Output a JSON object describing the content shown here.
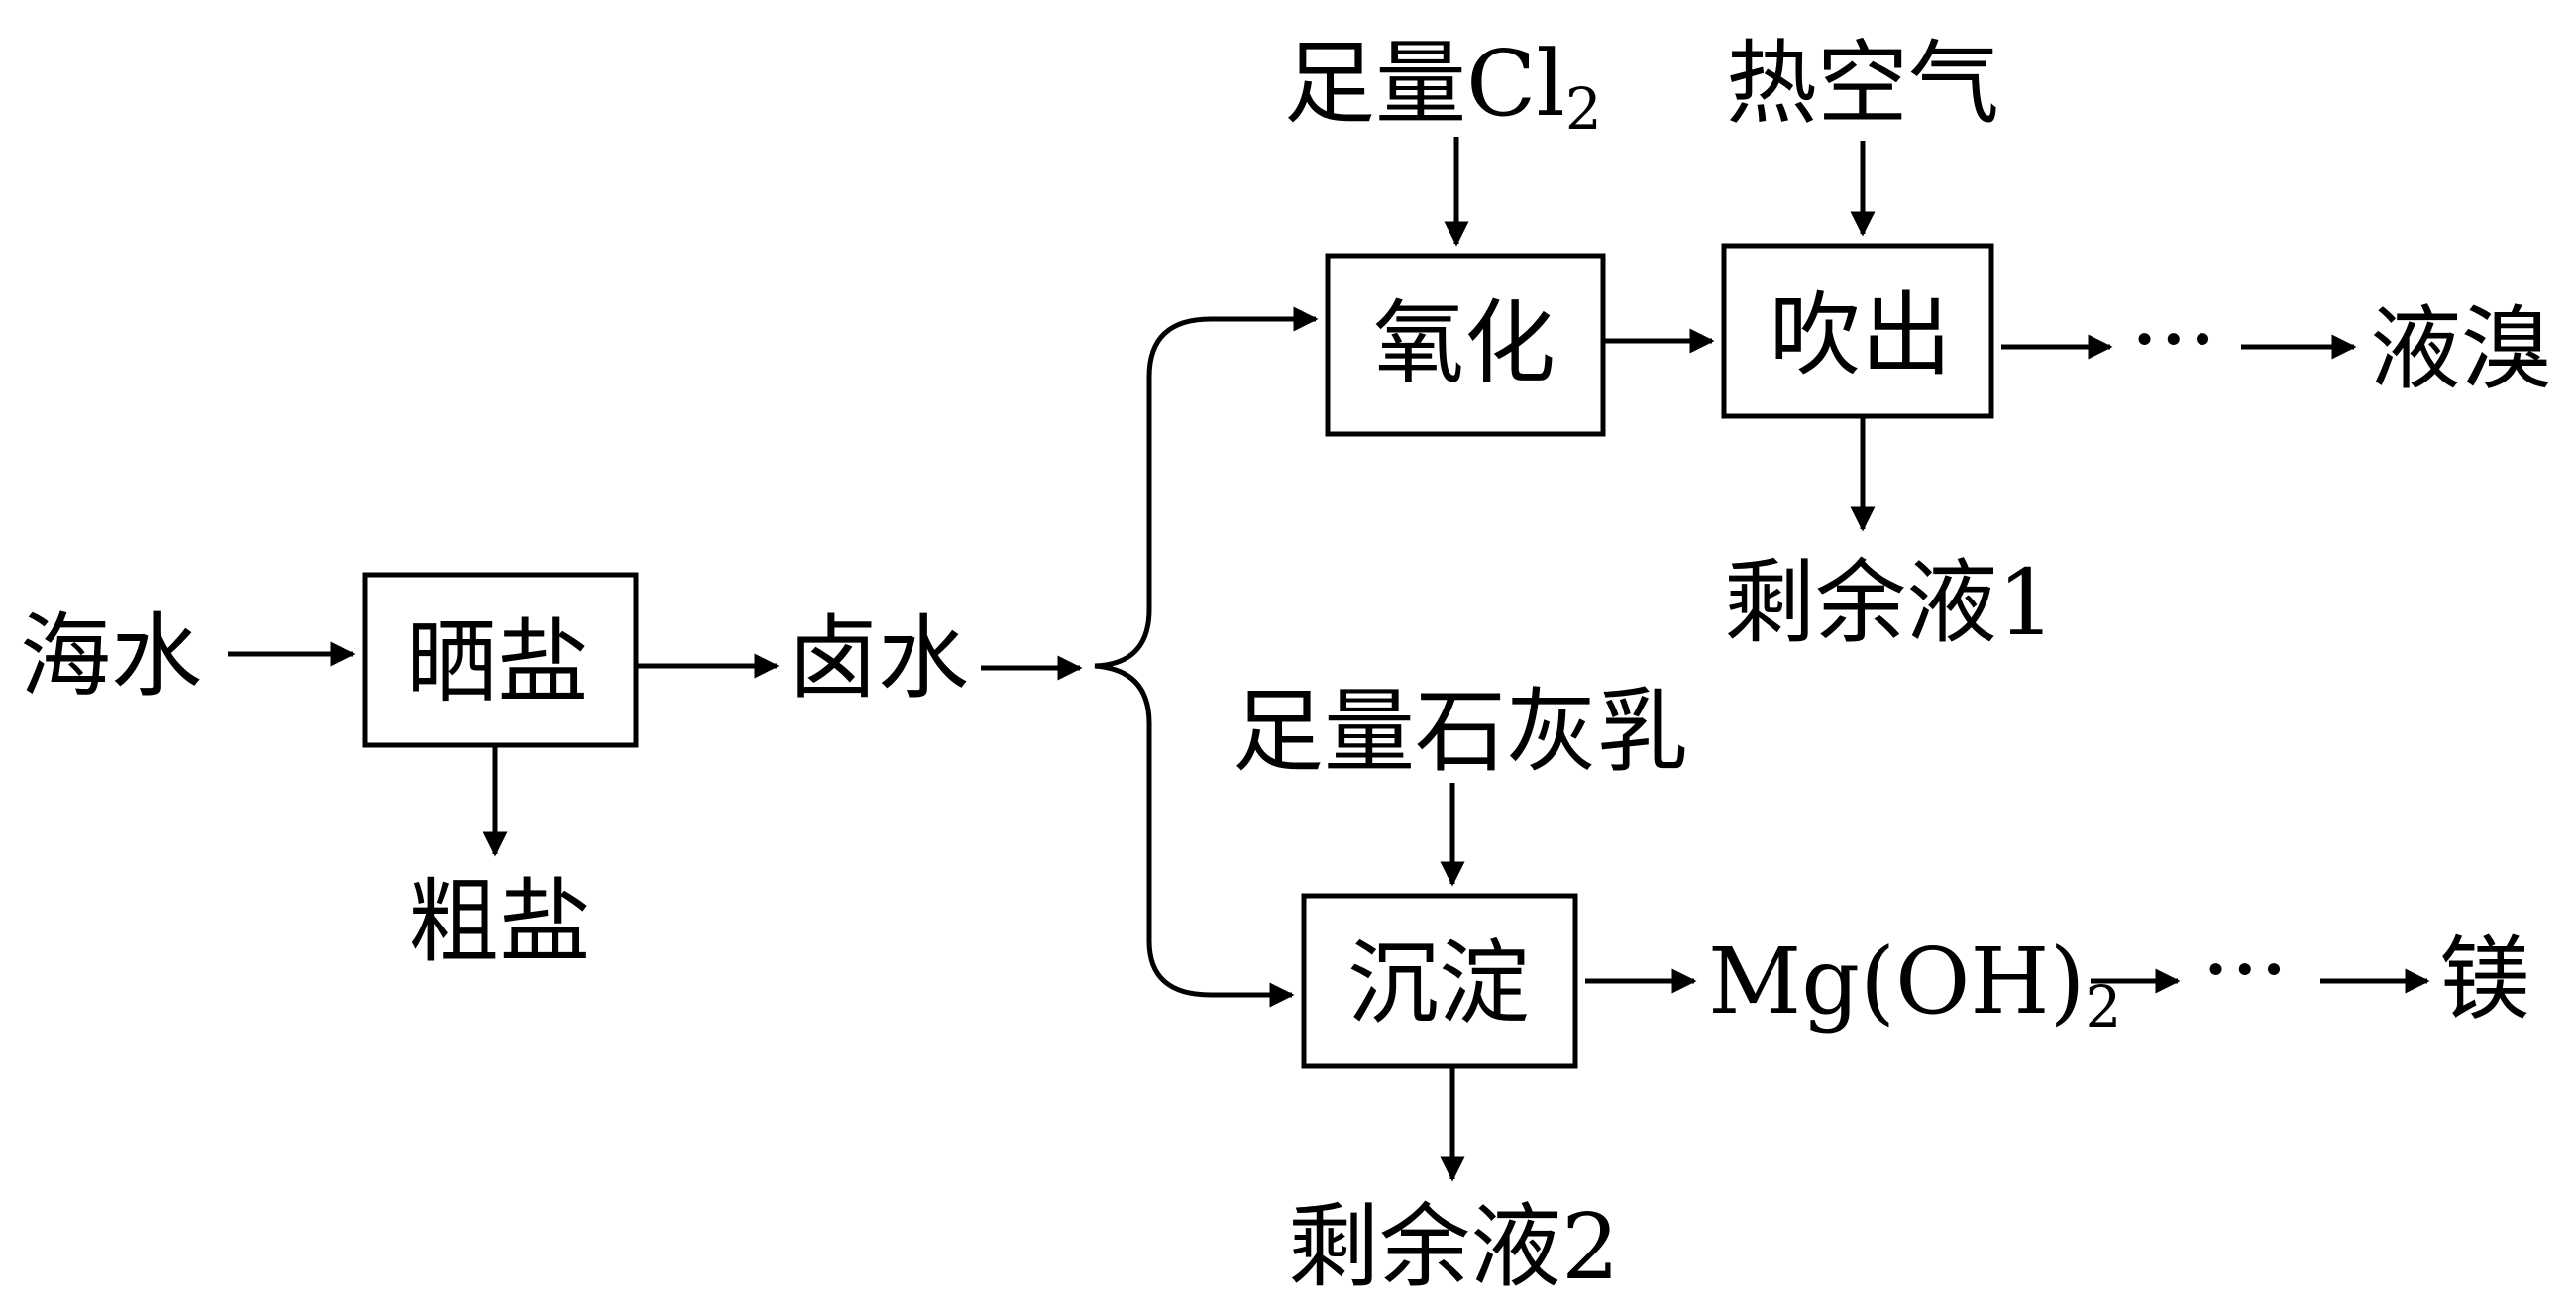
{
  "diagram": {
    "inputs": {
      "seawater": "海水",
      "chlorine_prefix": "足量Cl",
      "chlorine_subscript": "2",
      "hot_air": "热空气",
      "lime_milk": "足量石灰乳"
    },
    "processes": {
      "sun_dry": "晒盐",
      "oxidize": "氧化",
      "blow_out": "吹出",
      "precipitate": "沉淀"
    },
    "products": {
      "crude_salt": "粗盐",
      "brine": "卤水",
      "remainder_1": "剩余液1",
      "remainder_2": "剩余液2",
      "liquid_bromine": "液溴",
      "mg_hydroxide_prefix": "Mg(OH)",
      "mg_hydroxide_subscript": "2",
      "magnesium": "镁",
      "ellipsis_top": "···",
      "ellipsis_bottom": "···"
    }
  }
}
